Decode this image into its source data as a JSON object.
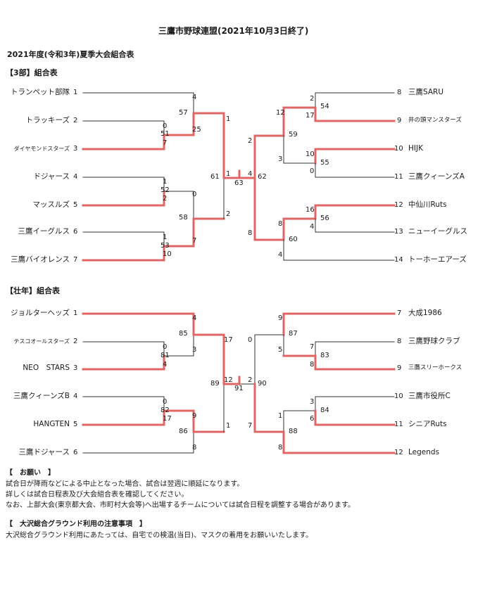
{
  "header": {
    "title": "三鷹市野球連盟(2021年10月3日終了)",
    "subtitle": "2021年度(令和3年)夏季大会組合表"
  },
  "colors": {
    "winner": "#e06666",
    "loser": "#333333"
  },
  "bracket3": {
    "heading": "【3部】組合表",
    "left": [
      {
        "name": "トランペット部隊",
        "no": "1"
      },
      {
        "name": "トラッキーズ",
        "no": "2"
      },
      {
        "name": "ダイヤモンドスターズ",
        "no": "3"
      },
      {
        "name": "ドジャース",
        "no": "4"
      },
      {
        "name": "マッスルズ",
        "no": "5"
      },
      {
        "name": "三鷹イーグルス",
        "no": "6"
      },
      {
        "name": "三鷹バイオレンス",
        "no": "7"
      }
    ],
    "right": [
      {
        "name": "三鷹SARU",
        "no": "8"
      },
      {
        "name": "井の頭マンスターズ",
        "no": "9"
      },
      {
        "name": "HIJK",
        "no": "10"
      },
      {
        "name": "三鷹クィーンズA",
        "no": "11"
      },
      {
        "name": "中仙川Ruts",
        "no": "12"
      },
      {
        "name": "ニューイーグルス",
        "no": "13"
      },
      {
        "name": "トーホーエアーズ",
        "no": "14"
      }
    ],
    "matches": {
      "m51": {
        "id": "51",
        "a": "0",
        "b": "7"
      },
      "m52": {
        "id": "52",
        "a": "1",
        "b": "2"
      },
      "m53": {
        "id": "53",
        "a": "1",
        "b": "10"
      },
      "m57": {
        "id": "57",
        "a": "4",
        "b": "25"
      },
      "m58": {
        "id": "58",
        "a": "0",
        "b": "7"
      },
      "m61": {
        "id": "61",
        "a": "1",
        "b": "2"
      },
      "m54": {
        "id": "54",
        "a": "2",
        "b": "17"
      },
      "m55": {
        "id": "55",
        "a": "10",
        "b": "0"
      },
      "m56": {
        "id": "56",
        "a": "16",
        "b": "4"
      },
      "m59": {
        "id": "59",
        "a": "12",
        "b": "3"
      },
      "m60": {
        "id": "60",
        "a": "8",
        "b": "4"
      },
      "m62": {
        "id": "62",
        "a": "2",
        "b": "8"
      },
      "final": {
        "id": "63",
        "a": "1",
        "b": "4"
      }
    }
  },
  "bracketS": {
    "heading": "【壮年】組合表",
    "left": [
      {
        "name": "ジョルターヘッズ",
        "no": "1"
      },
      {
        "name": "テスコオールスターズ",
        "no": "2"
      },
      {
        "name": "NEO　STARS",
        "no": "3"
      },
      {
        "name": "三鷹クィーンズB",
        "no": "4"
      },
      {
        "name": "HANGTEN",
        "no": "5"
      },
      {
        "name": "三鷹ドジャース",
        "no": "6"
      }
    ],
    "right": [
      {
        "name": "大成1986",
        "no": "7"
      },
      {
        "name": "三鷹野球クラブ",
        "no": "8"
      },
      {
        "name": "三鷹スリーホークス",
        "no": "9"
      },
      {
        "name": "三鷹市役所C",
        "no": "10"
      },
      {
        "name": "シニアRuts",
        "no": "11"
      },
      {
        "name": "Legends",
        "no": "12"
      }
    ],
    "matches": {
      "m81": {
        "id": "81",
        "a": "0",
        "b": "4"
      },
      "m82": {
        "id": "82",
        "a": "0",
        "b": "17"
      },
      "m85": {
        "id": "85",
        "a": "4",
        "b": "3"
      },
      "m86": {
        "id": "86",
        "a": "9",
        "b": "8"
      },
      "m89": {
        "id": "89",
        "a": "17",
        "b": "1"
      },
      "m83": {
        "id": "83",
        "a": "7",
        "b": "8"
      },
      "m84": {
        "id": "84",
        "a": "3",
        "b": "6"
      },
      "m87": {
        "id": "87",
        "a": "9",
        "b": "5"
      },
      "m88": {
        "id": "88",
        "a": "1",
        "b": "8"
      },
      "m90": {
        "id": "90",
        "a": "0",
        "b": "7"
      },
      "final": {
        "id": "91",
        "a": "12",
        "b": "2"
      }
    }
  },
  "notices": {
    "request_head": "【　お願い　】",
    "request_lines": [
      "試合日が降雨などによる中止となった場合、試合は翌週に順延になります。",
      "詳しくは試合日程表及び大会組合表を確認してください。",
      "なお、上部大会(東京都大会、市町村大会等)へ出場するチームについては試合日程を調整する場合があります。"
    ],
    "ground_head": "【　大沢総合グラウンド利用の注意事項　】",
    "ground_lines": [
      "大沢総合グラウンド利用にあたっては、自宅での検温(当日)、マスクの着用をお願いいたします。"
    ]
  }
}
